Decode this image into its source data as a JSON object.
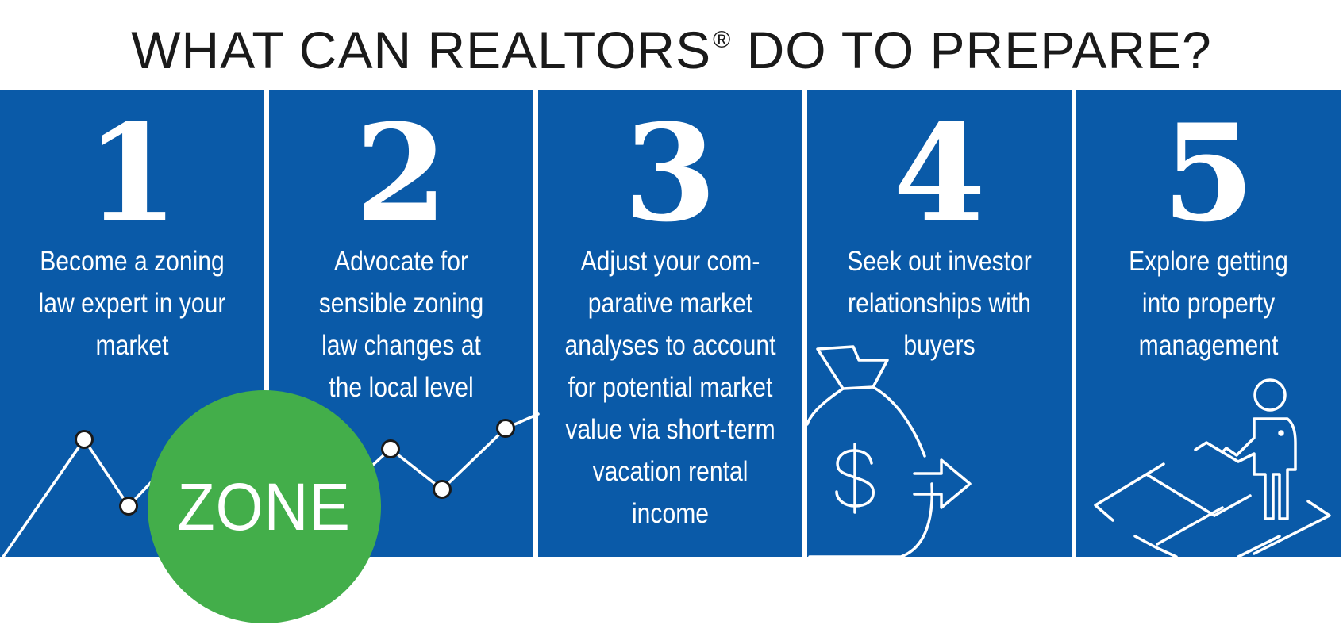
{
  "title": {
    "text": "WHAT CAN REALTORS",
    "registered": "®",
    "rest": " DO TO PREPARE?"
  },
  "steps": [
    {
      "number": "1",
      "text": "Become a zoning law expert in your market"
    },
    {
      "number": "2",
      "text": "Advocate for sensible zoning law changes at the local level"
    },
    {
      "number": "3",
      "text": "Adjust your com-parative market analyses to account for potential market value via short-term vacation rental income"
    },
    {
      "number": "4",
      "text": "Seek out investor relationships with buyers"
    },
    {
      "number": "5",
      "text": "Explore getting into property management"
    }
  ],
  "zone_badge": {
    "label": "ZONE"
  },
  "colors": {
    "panel_blue": "#0a5aa8",
    "zone_green": "#43ae4a",
    "text_white": "#ffffff",
    "title_dark": "#1a1a1a"
  },
  "icons": [
    "line-chart-icon",
    "zone-badge",
    "money-bag-icon",
    "dollar-sign-icon",
    "arrow-right-icon",
    "property-manager-icon",
    "floor-plan-icon"
  ]
}
